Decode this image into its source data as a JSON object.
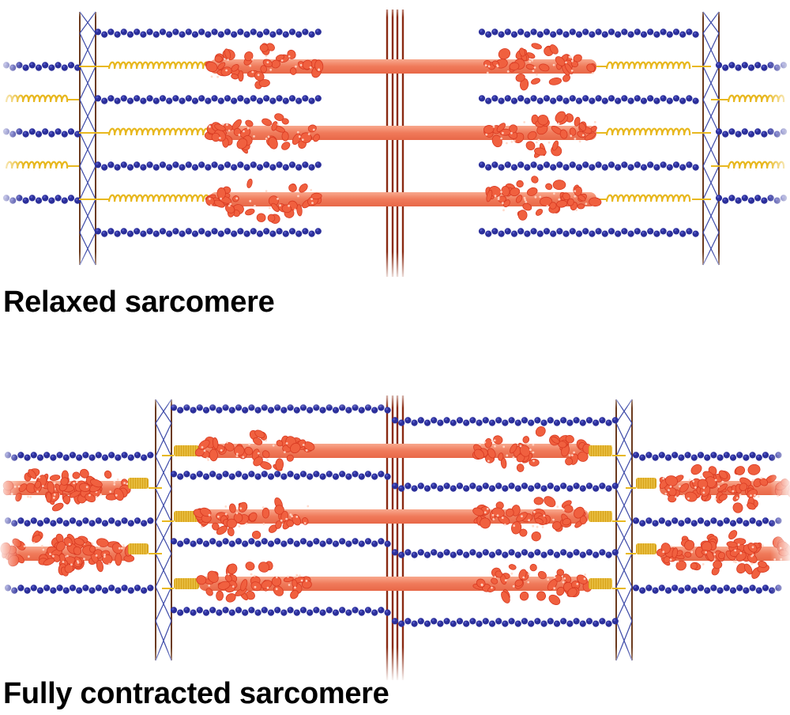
{
  "captions": {
    "relaxed": "Relaxed sarcomere",
    "contracted": "Fully contracted sarcomere"
  },
  "colors": {
    "background": "#ffffff",
    "actin": "#2b2f9a",
    "actin_highlight": "#5b60d0",
    "myosin_rod": "#f07a5a",
    "myosin_rod_light": "#f8a98e",
    "myosin_head": "#f0603f",
    "myosin_head_edge": "#d83a22",
    "titin": "#e8b820",
    "titin_compressed": "#d9a31a",
    "z_disc": "#6b3a1e",
    "z_disc_cross": "#3d4aa8",
    "m_line": "#8a2a12",
    "caption_text": "#000000"
  },
  "panels": [
    {
      "name": "relaxed",
      "state": "relaxed"
    },
    {
      "name": "contracted",
      "state": "fully contracted"
    }
  ]
}
